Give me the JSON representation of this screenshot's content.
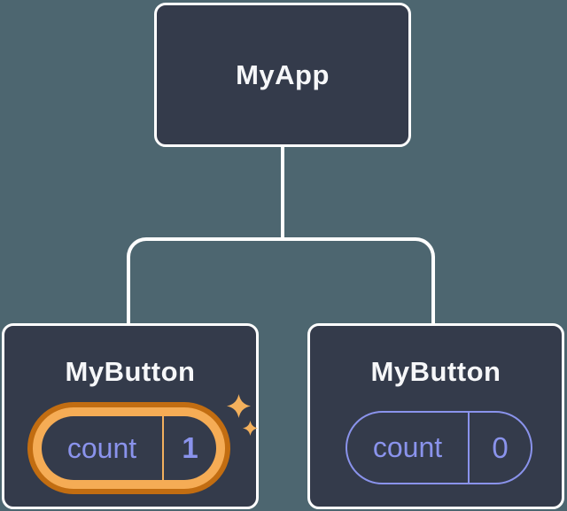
{
  "diagram": {
    "title": "component-state-tree",
    "root": {
      "label": "MyApp"
    },
    "children": [
      {
        "label": "MyButton",
        "state": {
          "name": "count",
          "value": "1"
        },
        "highlighted": true
      },
      {
        "label": "MyButton",
        "state": {
          "name": "count",
          "value": "0"
        },
        "highlighted": false
      }
    ]
  },
  "icons": {
    "sparkle_large": "sparkle-icon",
    "sparkle_small": "sparkle-icon"
  },
  "colors": {
    "background": "#4D6670",
    "node_fill": "#343B4B",
    "node_border": "#FFFFFF",
    "connector": "#FFFFFF",
    "label_text": "#F6F7F9",
    "state_accent_purple": "#8A93EC",
    "highlight_ring_outer": "#C26D11",
    "highlight_ring_inner": "#F5AC55",
    "highlight_divider": "#F2B05E",
    "sparkle_gold": "#F3B05C"
  }
}
